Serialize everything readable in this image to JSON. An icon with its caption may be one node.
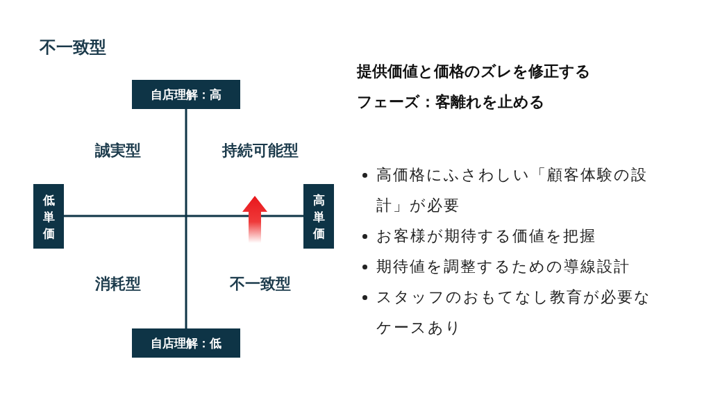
{
  "diagram": {
    "title": "不一致型",
    "nodes": [
      {
        "text": [
          "自店理解：高"
        ]
      },
      {
        "text": [
          "低単価"
        ]
      },
      {
        "text": [
          "高単価"
        ]
      },
      {
        "text": [
          "自店理解：低"
        ]
      }
    ],
    "edges": [],
    "labels": [
      "提供価値と価格のズレを修正する",
      "フェーズ：客離れを止める",
      "誠実型",
      "持続可能型",
      "消耗型",
      "不一致型",
      "高価格にふさわしい「顧客体験の設計」が必要",
      "お客様が期待する価値を把握",
      "期待値を調整するための導線設計",
      "スタッフのおもてなし教育が必要なケースあり"
    ]
  }
}
